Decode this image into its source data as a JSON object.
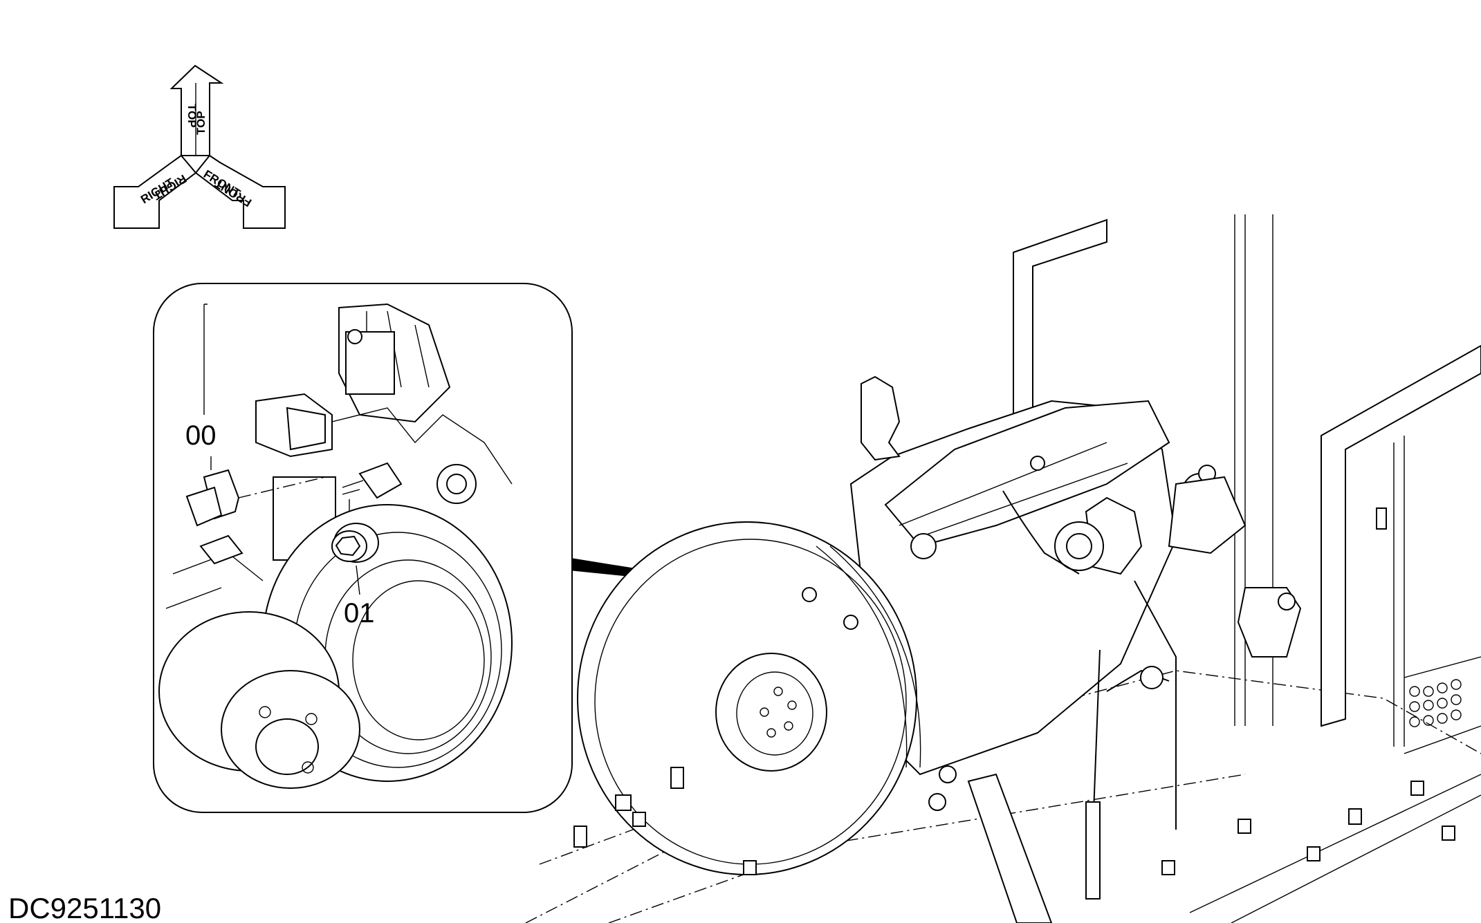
{
  "orientation": {
    "top": "TOP",
    "right": "RIGHT",
    "front": "FRONT"
  },
  "callouts": {
    "part_00": "00",
    "part_01": "01"
  },
  "document_id": "DC9251130"
}
